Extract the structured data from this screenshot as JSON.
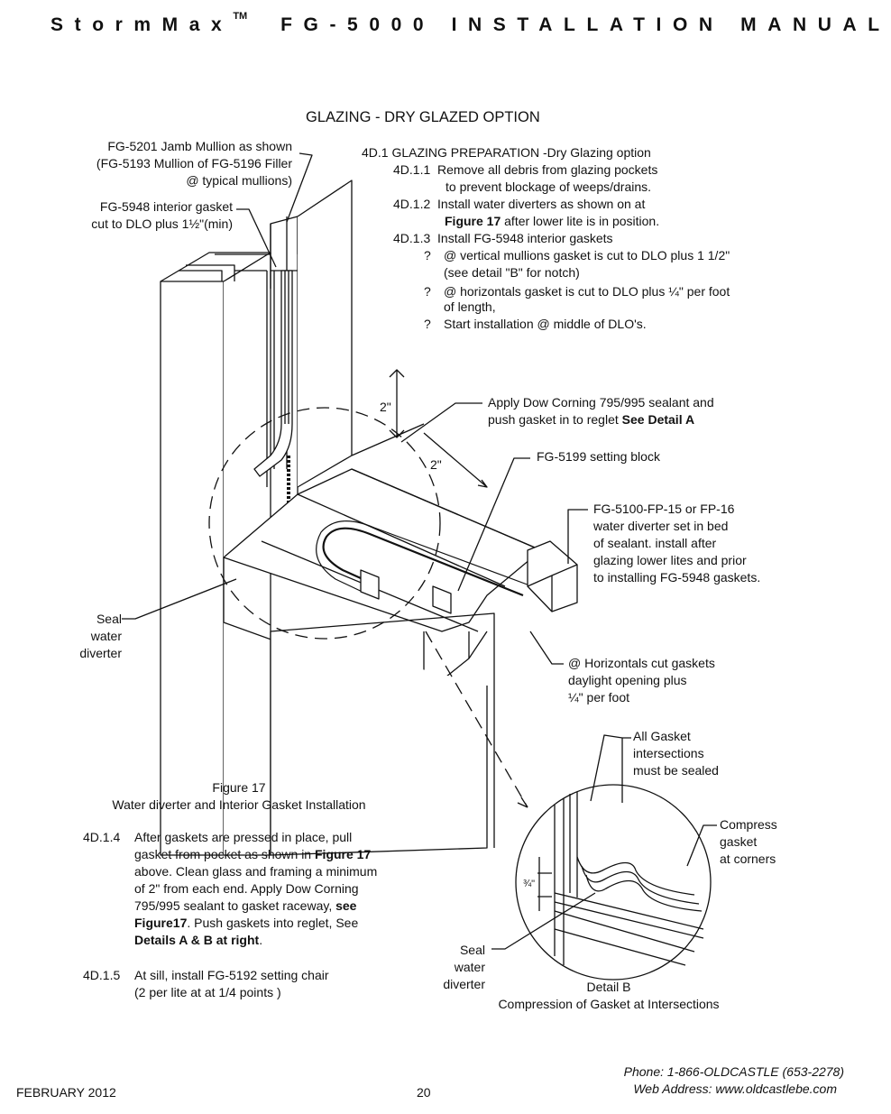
{
  "header": {
    "brand": "StormMax",
    "tm": "TM",
    "title": "FG-5000 INSTALLATION MANUAL"
  },
  "section_title": "GLAZING - DRY GLAZED OPTION",
  "callouts": {
    "jamb_mullion": [
      "FG-5201 Jamb Mullion as shown",
      "(FG-5193 Mullion of FG-5196 Filler",
      "@ typical mullions)"
    ],
    "interior_gasket": [
      "FG-5948 interior gasket",
      "cut to DLO plus 1½\"(min)"
    ],
    "dim_2a": "2\"",
    "dim_2b": "2\"",
    "sealant": "Apply Dow Corning 795/995 sealant and",
    "sealant_2": "push gasket in to reglet",
    "sealant_bold": "See Detail A",
    "setting_block": "FG-5199 setting block",
    "diverter": [
      "FG-5100-FP-15 or FP-16",
      "water diverter set in bed",
      "of sealant. install after",
      "glazing lower lites and prior",
      "to installing FG-5948 gaskets."
    ],
    "seal_diverter": [
      "Seal",
      "water",
      "diverter"
    ],
    "horizontals": [
      "@ Horizontals cut gaskets",
      "daylight opening plus",
      "¼\" per foot"
    ],
    "all_gasket": [
      "All Gasket",
      "intersections",
      "must be sealed"
    ],
    "compress": [
      "Compress",
      "gasket",
      "at corners"
    ],
    "seal_diverter_b": [
      "Seal",
      "water",
      "diverter"
    ],
    "dim_34": "¾\""
  },
  "steps": {
    "d1": "4D.1   GLAZING PREPARATION -Dry Glazing option",
    "d11_num": "4D.1.1",
    "d11": "Remove all debris from glazing pockets",
    "d11b": "to prevent blockage of weeps/drains.",
    "d12_num": "4D.1.2",
    "d12": "Install water diverters as shown on at",
    "d12b_bold": "Figure 17",
    "d12b": " after lower lite is in position.",
    "d13_num": "4D.1.3",
    "d13": "Install FG-5948 interior gaskets",
    "bullet": "?",
    "b1": "@ vertical mullions gasket is cut to DLO plus 1 1/2\"",
    "b1b": "(see detail \"B\" for notch)",
    "b2": "@ horizontals gasket is cut to DLO plus ¼\" per foot",
    "b2b": "of length,",
    "b3": "Start installation @ middle of DLO's."
  },
  "figure17": {
    "label": "Figure 17",
    "caption": "Water diverter and Interior Gasket Installation"
  },
  "detailB": {
    "label": "Detail B",
    "caption": "Compression of Gasket at Intersections"
  },
  "step_d14": {
    "num": "4D.1.4",
    "l1": "After gaskets are pressed in place, pull",
    "l2a": "gasket from pocket as shown in ",
    "l2b": "Figure 17",
    "l3": "above. Clean glass and framing a minimum",
    "l4": "of 2\" from each end. Apply Dow Corning",
    "l5a": "795/995 sealant to gasket raceway, ",
    "l5b": "see",
    "l6a": "Figure17",
    "l6b": ". Push gaskets into reglet, See",
    "l7a": "Details A & B at right",
    "l7b": "."
  },
  "step_d15": {
    "num": "4D.1.5",
    "l1": "At sill, install FG-5192 setting chair",
    "l2": "(2 per lite at at 1/4 points )"
  },
  "footer": {
    "date": "FEBRUARY 2012",
    "page": "20",
    "phone": "Phone: 1-866-OLDCASTLE (653-2278)",
    "web": "Web Address: www.oldcastlebe.com"
  }
}
